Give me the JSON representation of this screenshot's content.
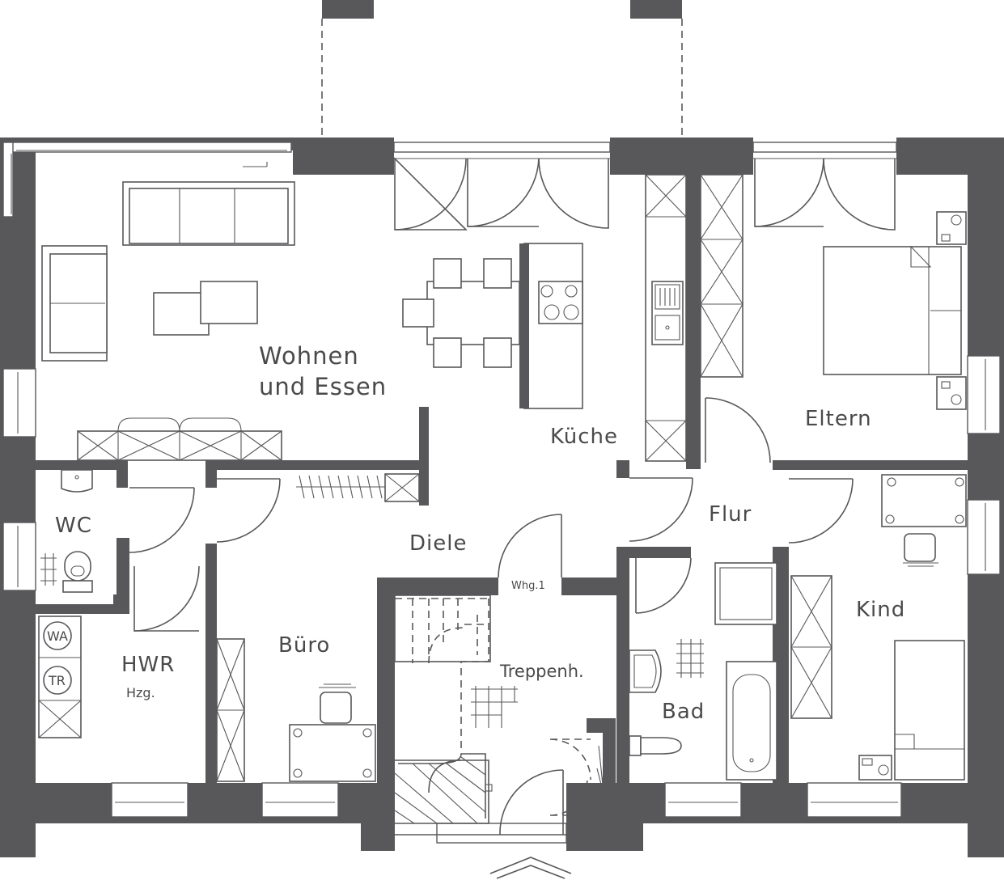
{
  "rooms": {
    "wohnen_line1": "Wohnen",
    "wohnen_line2": "und  Essen",
    "kueche": "Küche",
    "eltern": "Eltern",
    "wc": "WC",
    "diele": "Diele",
    "flur": "Flur",
    "kind": "Kind",
    "hwr": "HWR",
    "hwr_sub": "Hzg.",
    "buero": "Büro",
    "treppenhaus": "Treppenh.",
    "bad": "Bad"
  },
  "annotations": {
    "whg": "Whg.1",
    "washer": "WA",
    "dryer": "TR"
  },
  "colors": {
    "wall": "#58585a",
    "background": "#ffffff"
  }
}
